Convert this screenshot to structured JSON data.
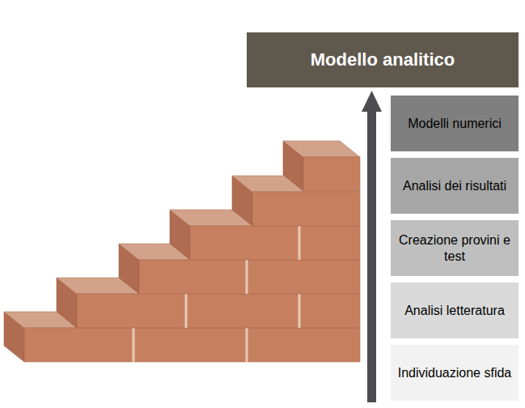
{
  "diagram": {
    "nodes": [
      {
        "text": [
          "Modello analitico"
        ]
      },
      {
        "text": [
          "Modelli numerici"
        ]
      },
      {
        "text": [
          "Analisi dei risultati"
        ]
      },
      {
        "text": [
          "Creazione provini e test"
        ]
      },
      {
        "text": [
          "Analisi letteratura"
        ]
      },
      {
        "text": [
          "Individuazione sfida"
        ]
      }
    ]
  }
}
